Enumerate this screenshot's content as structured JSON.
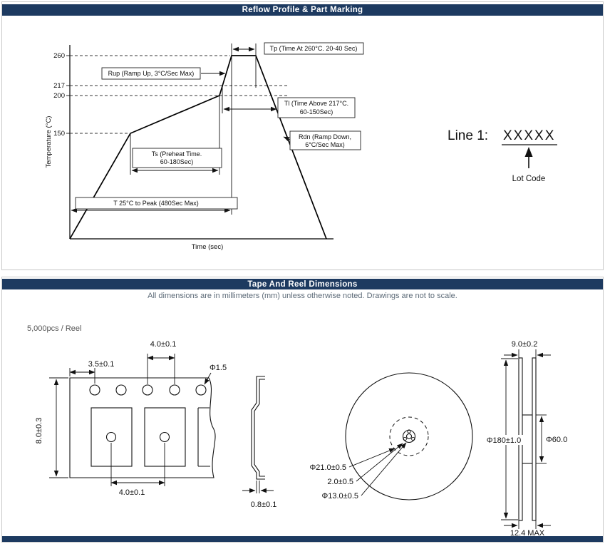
{
  "page": {
    "accent_color": "#1d3a60"
  },
  "reflow": {
    "title": "Reflow Profile & Part Marking",
    "chart": {
      "y_axis_label": "Temperature (°C)",
      "x_axis_label": "Time (sec)",
      "ticks": {
        "t260": "260",
        "t217": "217",
        "t200": "200",
        "t150": "150"
      },
      "ann": {
        "tp": "Tp (Time At 260°C. 20-40 Sec)",
        "rup": "Rup (Ramp Up, 3°C/Sec Max)",
        "tl1": "Tl (Time Above 217°C.",
        "tl2": "60-150Sec)",
        "rdn1": "Rdn (Ramp Down,",
        "rdn2": "6°C/Sec Max)",
        "ts1": "Ts (Preheat Time.",
        "ts2": "60-180Sec)",
        "t25": "T 25°C to Peak (480Sec Max)"
      }
    },
    "marking": {
      "line1_label": "Line 1:",
      "line1_value": "XXXXX",
      "lot_code": "Lot Code"
    }
  },
  "tape_reel": {
    "title": "Tape And Reel Dimensions",
    "subtitle": "All dimensions are in millimeters (mm) unless otherwise noted. Drawings are not to scale.",
    "reel_qty": "5,000pcs / Reel",
    "tape_dims": {
      "hole_pitch": "4.0±0.1",
      "edge_to_hole": "3.5±0.1",
      "hole_dia": "Φ1.5",
      "tape_width": "8.0±0.3",
      "pocket_pitch": "4.0±0.1",
      "thickness": "0.8±0.1"
    },
    "reel_dims": {
      "outer_dia": "Φ180±1.0",
      "hub_dia": "Φ60.0",
      "center_ring_dia": "Φ21.0±0.5",
      "key_slot": "2.0±0.5",
      "center_hole_dia": "Φ13.0±0.5",
      "flange_gap": "9.0±0.2",
      "overall_width": "12.4 MAX"
    }
  }
}
